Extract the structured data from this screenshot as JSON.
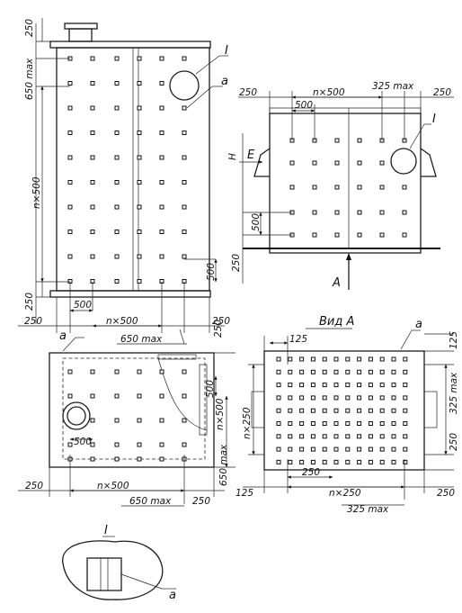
{
  "labels": {
    "d250": "250",
    "d500": "500",
    "n500": "n×500",
    "n250": "n×250",
    "max650": "650 max",
    "max325": "325 max",
    "d125": "125",
    "mark_a": "a",
    "mark_I": "I",
    "mark_H": "H",
    "mark_E": "E",
    "mark_A": "A",
    "view_a": "Вид А"
  }
}
